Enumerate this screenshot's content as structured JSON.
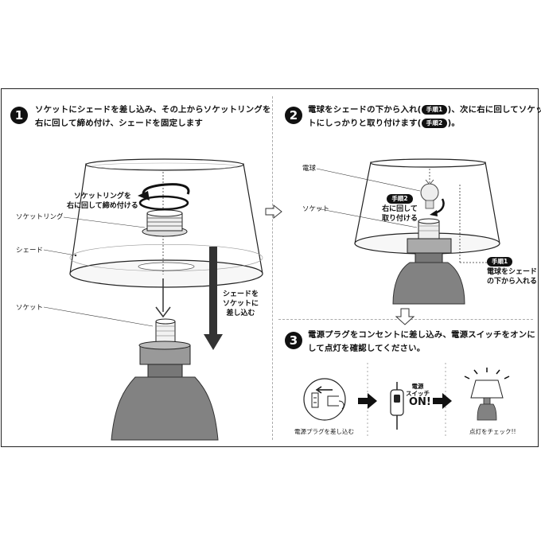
{
  "steps": {
    "s1": {
      "num": "1",
      "line1": "ソケットにシェードを差し込み、その上からソケットリングを",
      "line2": "右に回して締め付け、シェードを固定します"
    },
    "s2": {
      "num": "2",
      "line1_pre": "電球をシェードの下から入れ(",
      "badge1": "手順1",
      "line1_post": ")、次に右に回してソケッ",
      "line2_pre": "トにしっかりと取り付けます(",
      "badge2": "手順2",
      "line2_post": ")。"
    },
    "s3": {
      "num": "3",
      "line1": "電源プラグをコンセントに差し込み、電源スイッチをオンに",
      "line2": "して点灯を確認してください。"
    }
  },
  "panel1": {
    "tighten_line1": "ソケットリングを",
    "tighten_line2": "右に回して締め付ける",
    "ring_label": "ソケットリング",
    "shade_label": "シェード",
    "socket_label": "ソケット",
    "insert_line1": "シェードを",
    "insert_line2": "ソケットに",
    "insert_line3": "差し込む"
  },
  "panel2": {
    "bulb_label": "電球",
    "socket_label": "ソケット",
    "step2_badge": "手順2",
    "step2_line1": "右に回して",
    "step2_line2": "取り付ける",
    "step1_badge": "手順1",
    "step1_line1": "電球をシェード",
    "step1_line2": "の下から入れる"
  },
  "panel3": {
    "plug_caption": "電源プラグを差し込む",
    "switch_line1": "電源",
    "switch_line2": "スイッチ",
    "on_label": "ON!",
    "check_caption": "点灯をチェック!!"
  }
}
